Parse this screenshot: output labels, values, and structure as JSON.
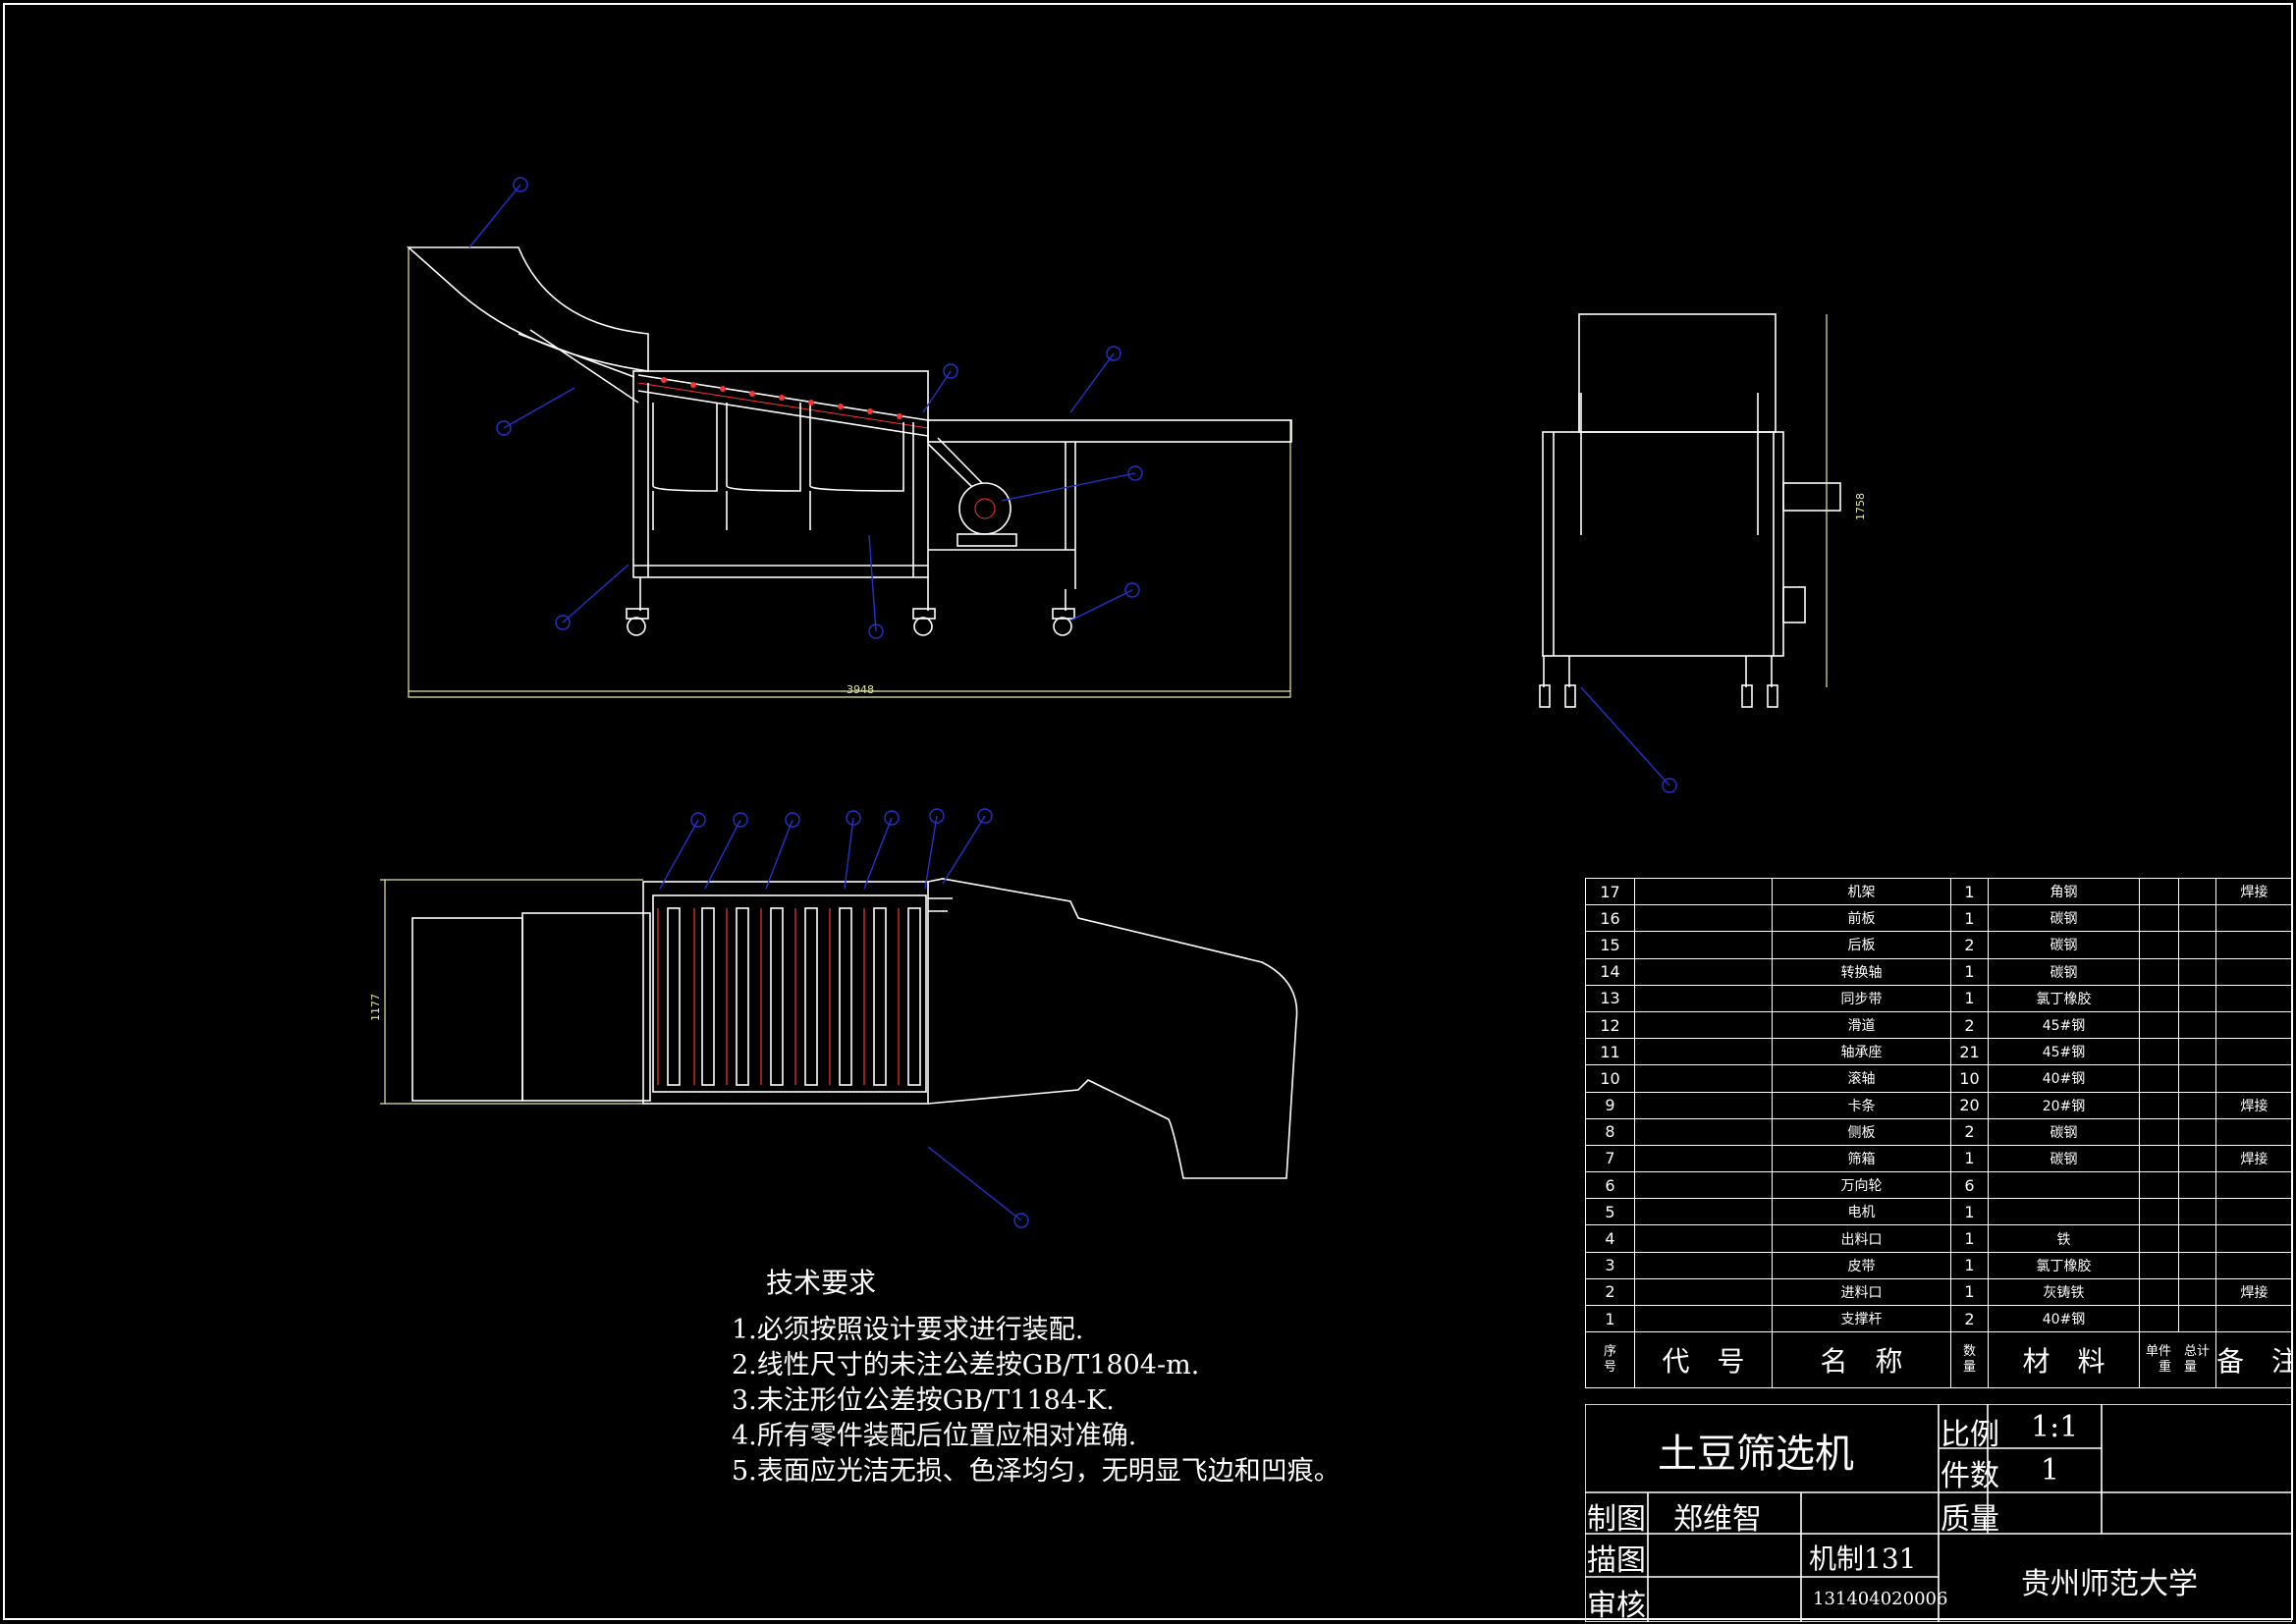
{
  "drawing": {
    "dim_front_width": "3948",
    "dim_side_height": "1758",
    "dim_top_height": "1177"
  },
  "tech_requirements": {
    "title": "技术要求",
    "items": [
      "1.必须按照设计要求进行装配.",
      "2.线性尺寸的未注公差按GB/T1804-m.",
      "3.未注形位公差按GB/T1184-K.",
      "4.所有零件装配后位置应相对准确.",
      "5.表面应光洁无损、色泽均匀，无明显飞边和凹痕。"
    ]
  },
  "bom": {
    "rows": [
      {
        "no": "17",
        "name": "机架",
        "qty": "1",
        "material": "角钢",
        "note": "焊接"
      },
      {
        "no": "16",
        "name": "前板",
        "qty": "1",
        "material": "碳钢",
        "note": ""
      },
      {
        "no": "15",
        "name": "后板",
        "qty": "2",
        "material": "碳钢",
        "note": ""
      },
      {
        "no": "14",
        "name": "转换轴",
        "qty": "1",
        "material": "碳钢",
        "note": ""
      },
      {
        "no": "13",
        "name": "同步带",
        "qty": "1",
        "material": "氯丁橡胶",
        "note": ""
      },
      {
        "no": "12",
        "name": "滑道",
        "qty": "2",
        "material": "45#钢",
        "note": ""
      },
      {
        "no": "11",
        "name": "轴承座",
        "qty": "21",
        "material": "45#钢",
        "note": ""
      },
      {
        "no": "10",
        "name": "滚轴",
        "qty": "10",
        "material": "40#钢",
        "note": ""
      },
      {
        "no": "9",
        "name": "卡条",
        "qty": "20",
        "material": "20#钢",
        "note": "焊接"
      },
      {
        "no": "8",
        "name": "侧板",
        "qty": "2",
        "material": "碳钢",
        "note": ""
      },
      {
        "no": "7",
        "name": "筛箱",
        "qty": "1",
        "material": "碳钢",
        "note": "焊接"
      },
      {
        "no": "6",
        "name": "万向轮",
        "qty": "6",
        "material": "",
        "note": ""
      },
      {
        "no": "5",
        "name": "电机",
        "qty": "1",
        "material": "",
        "note": ""
      },
      {
        "no": "4",
        "name": "出料口",
        "qty": "1",
        "material": "铁",
        "note": ""
      },
      {
        "no": "3",
        "name": "皮带",
        "qty": "1",
        "material": "氯丁橡胶",
        "note": ""
      },
      {
        "no": "2",
        "name": "进料口",
        "qty": "1",
        "material": "灰铸铁",
        "note": "焊接"
      },
      {
        "no": "1",
        "name": "支撑杆",
        "qty": "2",
        "material": "40#钢",
        "note": ""
      }
    ],
    "header": {
      "seq_a": "序",
      "seq_b": "号",
      "code": "代　号",
      "name": "名　称",
      "qty_a": "数",
      "qty_b": "量",
      "material": "材　料",
      "unit_a": "单件",
      "total_a": "总计",
      "weight": "重　量",
      "note": "备　注"
    }
  },
  "title_block": {
    "product": "土豆筛选机",
    "scale_label": "比例",
    "scale_value": "1:1",
    "count_label": "件数",
    "count_value": "1",
    "mass_label": "质量",
    "drawn_label": "制图",
    "drawn_by": "郑维智",
    "traced_label": "描图",
    "class": "机制131",
    "checked_label": "审核",
    "student_id": "131404020006",
    "school": "贵州师范大学"
  },
  "colors": {
    "line": "#ffffff",
    "leader": "#2233cc",
    "dimension": "#e8e8a0",
    "red": "#ff3333"
  }
}
